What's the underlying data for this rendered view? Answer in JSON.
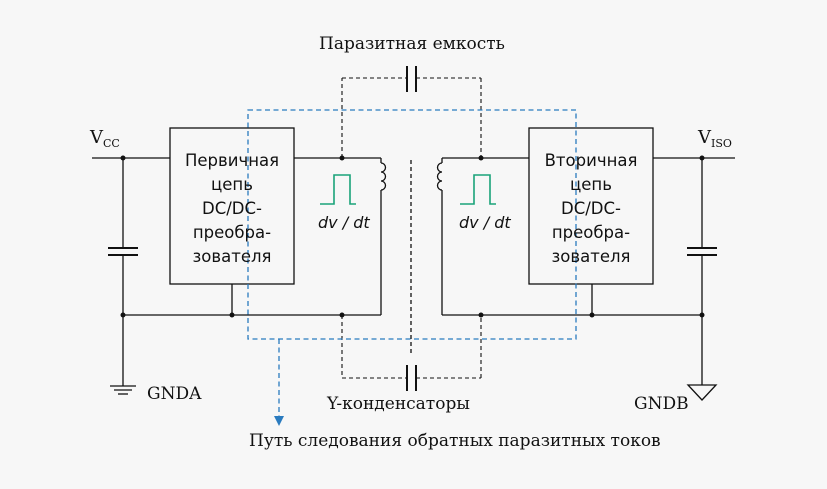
{
  "top_label": "Паразитная емкость",
  "bottom_label": "Y-конденсаторы",
  "path_label": "Путь следования обратных паразитных токов",
  "vcc": {
    "main": "V",
    "sub": "CC"
  },
  "viso": {
    "main": "V",
    "sub": "ISO"
  },
  "gnda": "GNDA",
  "gndb": "GNDB",
  "primary_box": [
    "Первичная",
    "цепь",
    "DC/DC-",
    "преобра-",
    "зователя"
  ],
  "secondary_box": [
    "Вторичная",
    "цепь",
    "DC/DC-",
    "преобра-",
    "зователя"
  ],
  "dvdt_left": "dv / dt",
  "dvdt_right": "dv / dt",
  "colors": {
    "wire": "#111111",
    "path": "#2a7bbf",
    "pulse": "#1aa37a",
    "background": "#f7f7f7"
  }
}
